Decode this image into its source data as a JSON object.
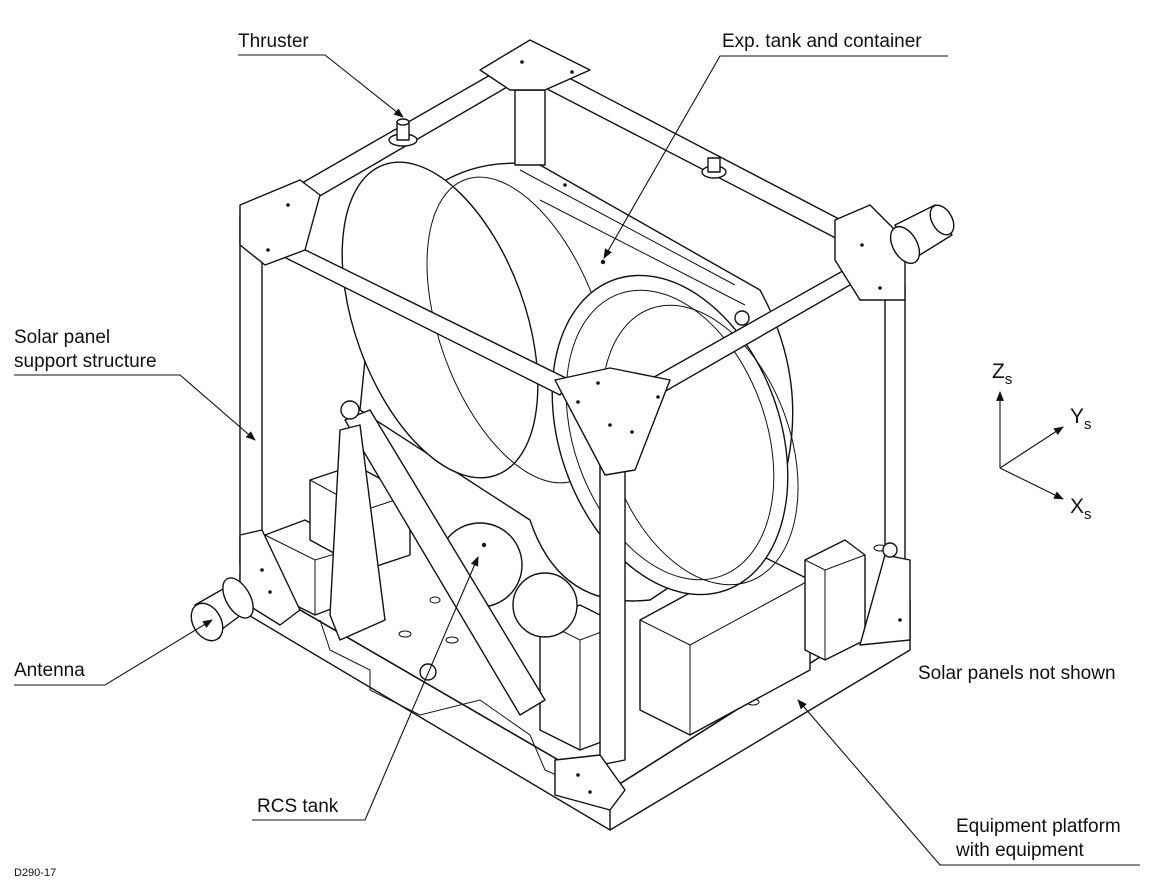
{
  "labels": {
    "thruster": "Thruster",
    "exp_tank": "Exp. tank and container",
    "solar_support_line1": "Solar panel",
    "solar_support_line2": "support structure",
    "antenna": "Antenna",
    "rcs_tank": "RCS tank",
    "solar_not_shown": "Solar panels not shown",
    "platform_line1": "Equipment platform",
    "platform_line2": "with equipment",
    "figure_id": "D290-17"
  },
  "axes": {
    "z": "Z",
    "y": "Y",
    "x": "X",
    "subscript": "s"
  },
  "icons": {
    "arrowhead": "filled-triangle-arrow"
  },
  "colors": {
    "ink": "#111111",
    "paper": "#ffffff"
  }
}
